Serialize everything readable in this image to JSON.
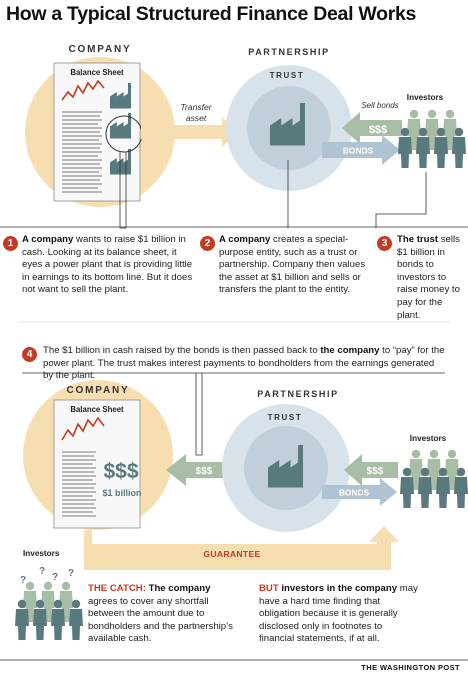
{
  "title": "How a Typical Structured Finance Deal Works",
  "panel1": {
    "company_label": "COMPANY",
    "partnership_label": "PARTNERSHIP",
    "trust_label": "TRUST",
    "balance_sheet": "Balance Sheet",
    "transfer_asset_line1": "Transfer",
    "transfer_asset_line2": "asset",
    "investors_label": "Investors",
    "sell_bonds": "Sell bonds",
    "dollars": "$$$",
    "bonds": "BONDS"
  },
  "steps": [
    {
      "number": "1",
      "lead": "A company",
      "text": " wants to raise $1 billion in cash. Looking at its balance sheet, it eyes a power plant that is providing little in earnings to its bottom line. But it does not want to sell the plant."
    },
    {
      "number": "2",
      "lead": "A company",
      "text": " creates a special-purpose entity, such as a trust or partnership. Company then values the asset at $1 billion and sells or transfers the plant to the entity."
    },
    {
      "number": "3",
      "lead": "The trust",
      "text": " sells $1 billion in bonds to investors to raise money to pay for the plant."
    },
    {
      "number": "4",
      "lead_pre": "The $1 billion in cash raised by the bonds is then passed back to ",
      "lead": "the company",
      "text": " to “pay” for the power plant. The trust makes interest payments to bondholders from the earnings generated by the plant."
    }
  ],
  "panel2": {
    "company_label": "COMPANY",
    "partnership_label": "PARTNERSHIP",
    "trust_label": "TRUST",
    "balance_sheet": "Balance Sheet",
    "big_dollars": "$$$",
    "billion": "$1 billion",
    "dollars_left": "$$$",
    "dollars_right": "$$$",
    "bonds": "BONDS",
    "investors_right": "Investors",
    "investors_left": "Investors",
    "guarantee": "GUARANTEE",
    "question": "?"
  },
  "catch": {
    "lead": "THE CATCH:",
    "lead2": " The company",
    "text": " agrees to cover any shortfall between the amount due to bondholders and the partnership’s available cash."
  },
  "but": {
    "lead": "BUT",
    "lead2": " investors in the company",
    "text": " may have a hard time finding that obligation because it is generally disclosed only in footnotes to financial statements, if at all."
  },
  "credit": "THE WASHINGTON POST",
  "colors": {
    "accent": "#c23b22",
    "cream": "#f7deb0",
    "trust_blue": "#d7e2ea",
    "arrow_green": "#a8bda5",
    "bond_blue": "#b0c3d2",
    "teal": "#58797d"
  }
}
